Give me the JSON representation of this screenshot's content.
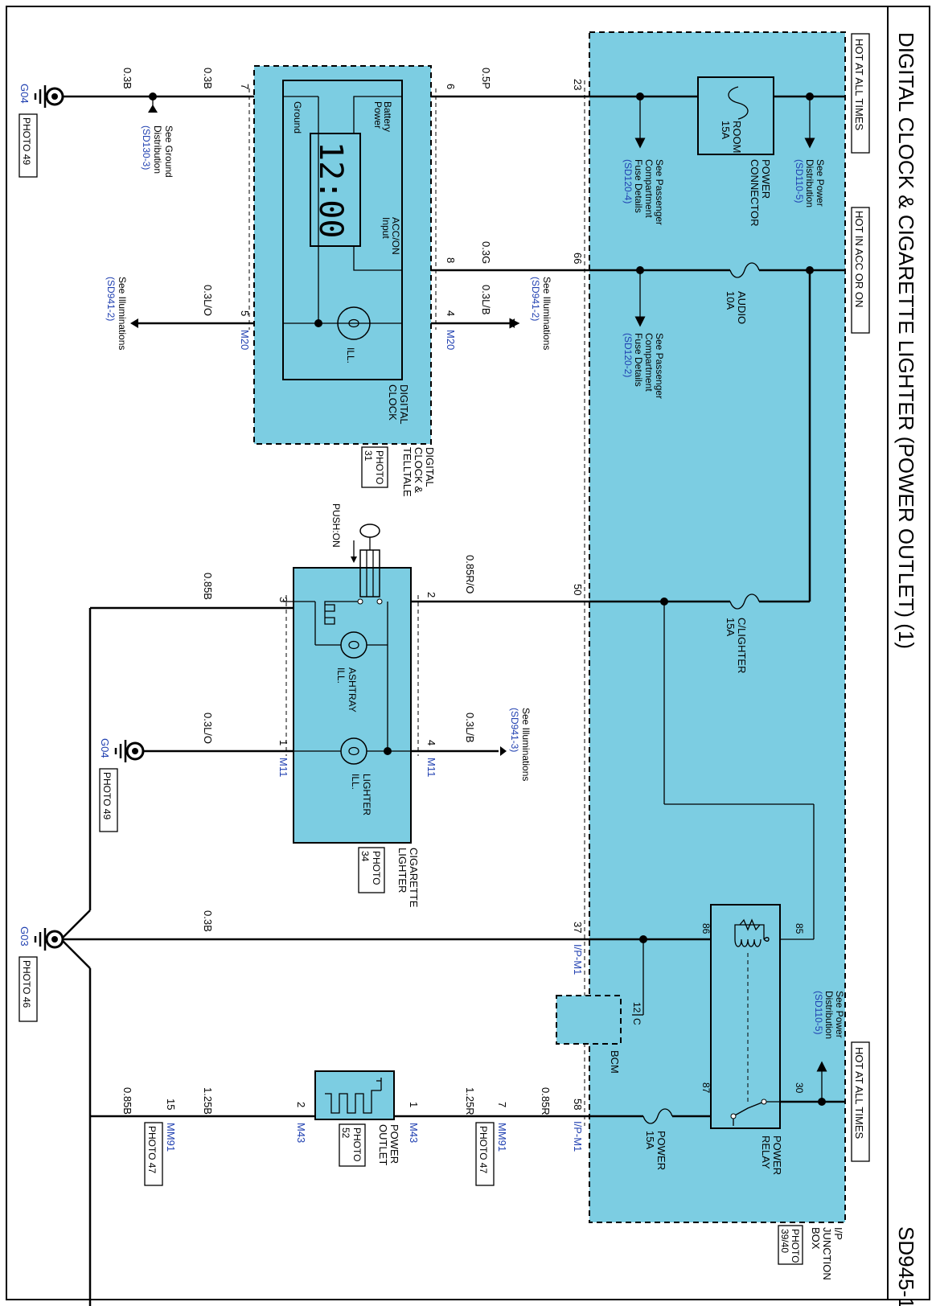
{
  "page": {
    "title": "DIGITAL CLOCK & CIGARETTE LIGHTER (POWER OUTLET) (1)",
    "code": "SD945-1"
  },
  "rails": {
    "hot_top": "HOT AT ALL TIMES",
    "hot_acc": "HOT IN ACC OR ON",
    "hot_bottom": "HOT AT ALL TIMES"
  },
  "junction_box": {
    "name_line1": "I/P",
    "name_line2": "JUNCTION",
    "name_line3": "BOX",
    "photo_line1": "PHOTO",
    "photo_line2": "39/40",
    "room_fuse_line1": "ROOM",
    "room_fuse_line2": "15A",
    "power_connector_line1": "POWER",
    "power_connector_line2": "CONNECTOR",
    "audio_fuse_line1": "AUDIO",
    "audio_fuse_line2": "10A",
    "clighter_fuse_line1": "C/LIGHTER",
    "clighter_fuse_line2": "15A",
    "power_fuse_line1": "POWER",
    "power_fuse_line2": "15A",
    "power_relay_line1": "POWER",
    "power_relay_line2": "RELAY",
    "relay_pin_85": "85",
    "relay_pin_86": "86",
    "relay_pin_30": "30",
    "relay_pin_87": "87",
    "pin_23": "23",
    "pin_66": "66",
    "pin_50": "50",
    "pin_37": "37",
    "pin_58": "58",
    "conn_ipm1_a": "I/P-M1",
    "conn_ipm1_b": "I/P-M1"
  },
  "refs": {
    "power_dist_top_line1": "See Power",
    "power_dist_top_line2": "Distribution",
    "power_dist_top_code": "(SD110-5)",
    "pcf_1_line1": "See Passenger",
    "pcf_1_line2": "Compartment",
    "pcf_1_line3": "Fuse Details",
    "pcf_1_code": "(SD120-4)",
    "pcf_2_line1": "See Passenger",
    "pcf_2_line2": "Compartment",
    "pcf_2_line3": "Fuse Details",
    "pcf_2_code": "(SD120-2)",
    "power_dist_bottom_line1": "See Power",
    "power_dist_bottom_line2": "Distribution",
    "power_dist_bottom_code": "(SD110-5)",
    "ground_dist_line1": "See Ground",
    "ground_dist_line2": "Distribution",
    "ground_dist_code": "(SD130-3)",
    "illum_1_line1": "See Illuminations",
    "illum_1_code": "(SD941-2)",
    "illum_2_line1": "See Illuminations",
    "illum_2_code": "(SD941-2)",
    "illum_3_line1": "See Illuminations",
    "illum_3_code": "(SD941-3)"
  },
  "clock": {
    "name_line1": "DIGITAL",
    "name_line2": "CLOCK",
    "comp_line1": "DIGITAL",
    "comp_line2": "CLOCK &",
    "comp_line3": "TELLTALE",
    "photo_line1": "PHOTO",
    "photo_line2": "31",
    "display": "12:00",
    "battery_line1": "Battery",
    "battery_line2": "Power",
    "ground_label": "Ground",
    "acc_line1": "ACC/ON",
    "acc_line2": "Input",
    "ill_label": "ILL.",
    "pin_6": "6",
    "pin_7": "7",
    "pin_8": "8",
    "pin_4": "4",
    "pin_5": "5",
    "conn_m20_a": "M20",
    "conn_m20_b": "M20"
  },
  "lighter": {
    "name_line1": "CIGARETTE",
    "name_line2": "LIGHTER",
    "photo_line1": "PHOTO",
    "photo_line2": "34",
    "push_label": "PUSH:ON",
    "ashtray_line1": "ASHTRAY",
    "ashtray_line2": "ILL.",
    "lighter_line1": "LIGHTER",
    "lighter_line2": "ILL.",
    "pin_2": "2",
    "pin_3": "3",
    "pin_4": "4",
    "pin_1": "1",
    "conn_m11_a": "M11",
    "conn_m11_b": "M11"
  },
  "outlet": {
    "name_line1": "POWER",
    "name_line2": "OUTLET",
    "photo_line1": "PHOTO",
    "photo_line2": "52",
    "pin_1": "1",
    "pin_2": "2",
    "conn_m43_a": "M43",
    "conn_m43_b": "M43"
  },
  "bcm": {
    "name": "BCM",
    "pin_12": "12",
    "pin_c": "C"
  },
  "connectors": {
    "mm91_a": "MM91",
    "mm91_a_photo": "PHOTO 47",
    "mm91_a_pin": "7",
    "mm91_b": "MM91",
    "mm91_b_photo": "PHOTO 47",
    "mm91_b_pin": "15"
  },
  "grounds": {
    "g04_top": "G04",
    "g04_top_photo": "PHOTO 49",
    "g04_mid": "G04",
    "g04_mid_photo": "PHOTO 49",
    "g03": "G03",
    "g03_photo": "PHOTO 46"
  },
  "wires": {
    "w_0_3b_a": "0.3B",
    "w_0_3b_b": "0.3B",
    "w_0_5p": "0.5P",
    "w_0_3g": "0.3G",
    "w_0_3lb_a": "0.3L/B",
    "w_0_3lo_a": "0.3L/O",
    "w_0_85ro": "0.85R/O",
    "w_0_85b_a": "0.85B",
    "w_0_3lb_b": "0.3L/B",
    "w_0_3lo_b": "0.3L/O",
    "w_0_3b_c": "0.3B",
    "w_0_85r": "0.85R",
    "w_1_25r": "1.25R",
    "w_1_25b": "1.25B",
    "w_0_85b_b": "0.85B"
  },
  "colors": {
    "component_fill": "#7ccde2",
    "ref_text": "#1f3fb0"
  }
}
